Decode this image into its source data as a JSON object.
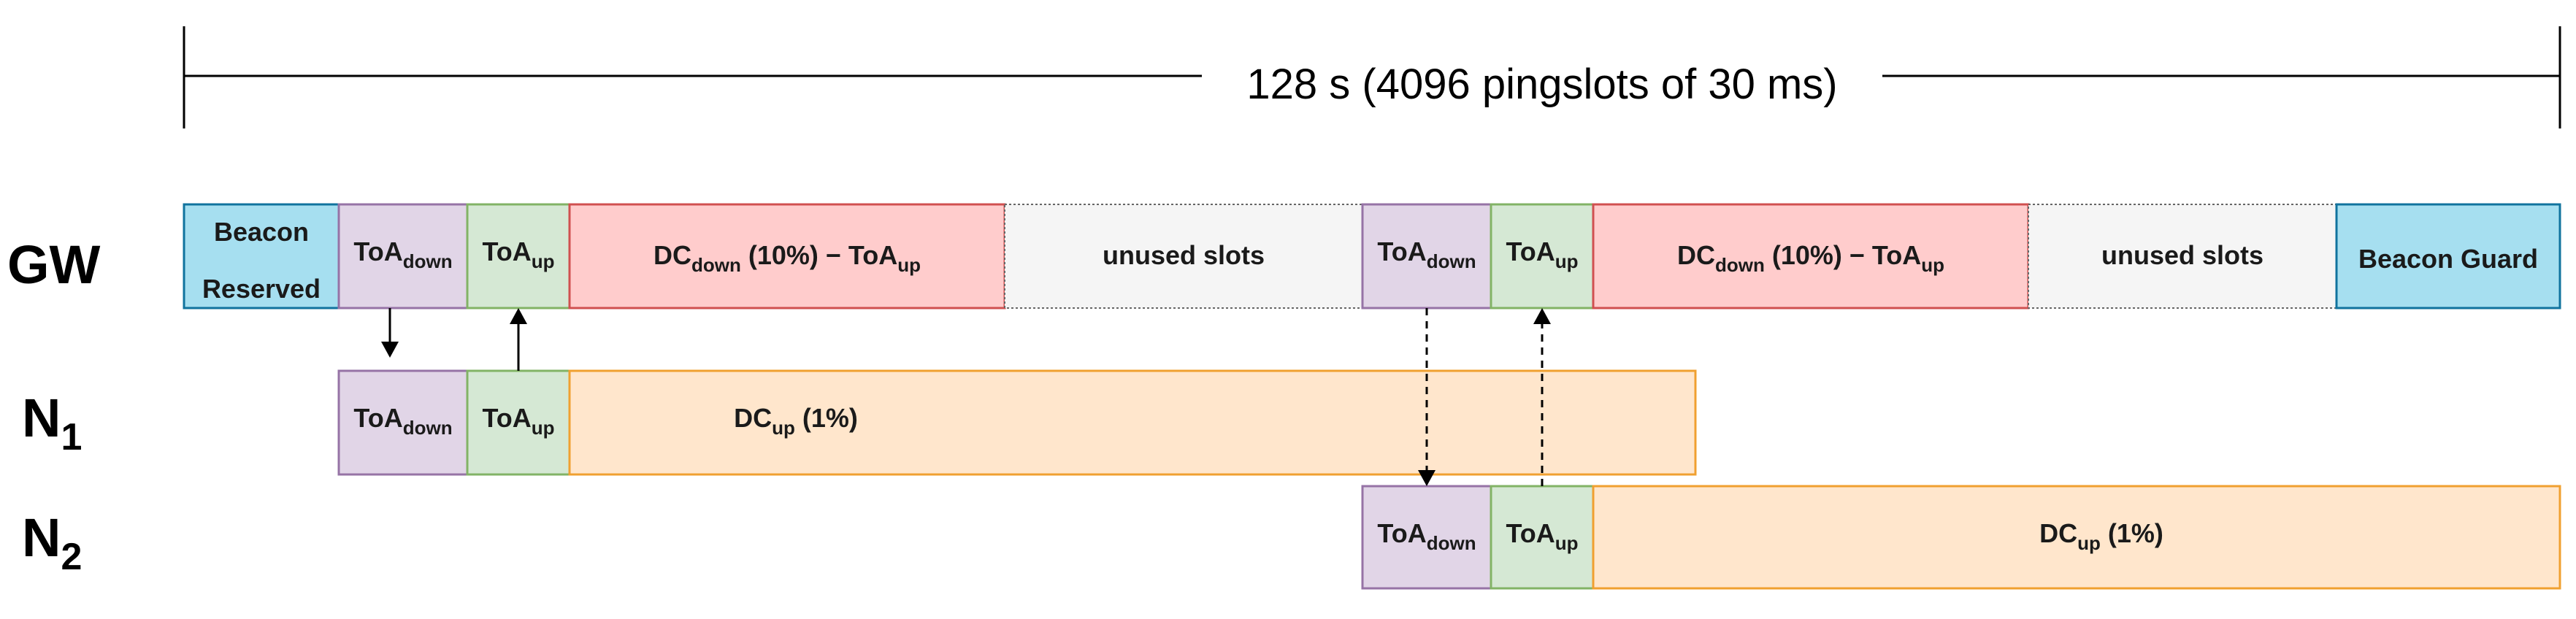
{
  "scale": {
    "label": "128 s (4096 pingslots of 30 ms)"
  },
  "rows": {
    "gw": {
      "label": "GW"
    },
    "n1": {
      "label": "N",
      "sub": "1"
    },
    "n2": {
      "label": "N",
      "sub": "2"
    }
  },
  "gw_blocks": {
    "beacon_reserved": {
      "line1": "Beacon",
      "line2": "Reserved"
    },
    "toa_down_1": {
      "main": "ToA",
      "sub": "down"
    },
    "toa_up_1": {
      "main": "ToA",
      "sub": "up"
    },
    "dc_down_1": {
      "main": "DC",
      "sub": "down",
      "mid": " (10%) − ToA",
      "sub2": "up"
    },
    "unused_1": {
      "text": "unused slots"
    },
    "toa_down_2": {
      "main": "ToA",
      "sub": "down"
    },
    "toa_up_2": {
      "main": "ToA",
      "sub": "up"
    },
    "dc_down_2": {
      "main": "DC",
      "sub": "down",
      "mid": " (10%) − ToA",
      "sub2": "up"
    },
    "unused_2": {
      "text": "unused slots"
    },
    "beacon_guard": {
      "text": "Beacon Guard"
    }
  },
  "n1_blocks": {
    "toa_down": {
      "main": "ToA",
      "sub": "down"
    },
    "toa_up": {
      "main": "ToA",
      "sub": "up"
    },
    "dc_up": {
      "main": "DC",
      "sub": "up",
      "rest": " (1%)"
    }
  },
  "n2_blocks": {
    "toa_down": {
      "main": "ToA",
      "sub": "down"
    },
    "toa_up": {
      "main": "ToA",
      "sub": "up"
    },
    "dc_up": {
      "main": "DC",
      "sub": "up",
      "rest": " (1%)"
    }
  },
  "colors": {
    "beacon_fill": "#a6dff0",
    "beacon_stroke": "#10739e",
    "toa_down_fill": "#e1d5e7",
    "toa_down_stroke": "#9673a6",
    "toa_up_fill": "#d5e8d4",
    "toa_up_stroke": "#82b366",
    "dc_down_fill": "#ffcccc",
    "dc_down_stroke": "#d05050",
    "unused_fill": "#f5f5f5",
    "unused_stroke": "#666666",
    "dc_up_fill": "#ffe6cc",
    "dc_up_stroke": "#f0a030"
  }
}
